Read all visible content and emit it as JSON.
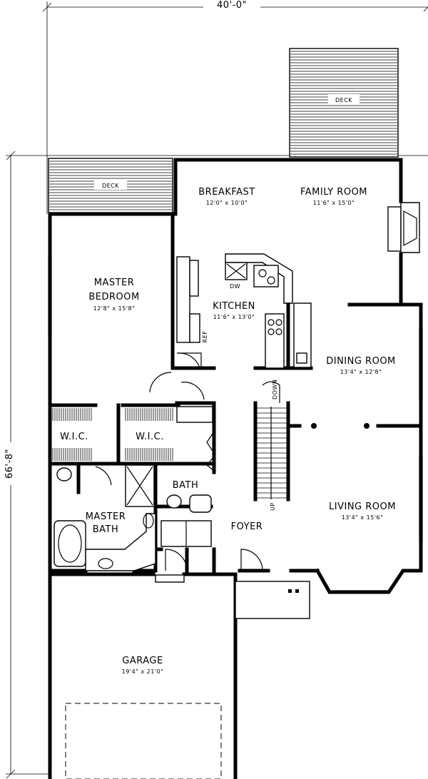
{
  "plan": {
    "overall_width": "40'-0\"",
    "overall_depth": "66'-8\"",
    "rooms": {
      "deck_rear": "DECK",
      "deck_side": "DECK",
      "breakfast": {
        "name": "BREAKFAST",
        "size": "12'0\" x 10'0\""
      },
      "family_room": {
        "name": "FAMILY ROOM",
        "size": "11'6\" x 15'0\""
      },
      "master_bedroom": {
        "name_line1": "MASTER",
        "name_line2": "BEDROOM",
        "size": "12'8\" x 15'8\""
      },
      "kitchen": {
        "name": "KITCHEN",
        "size": "11'6\" x 13'0\""
      },
      "dining_room": {
        "name": "DINING ROOM",
        "size": "13'4\" x 12'8\""
      },
      "wic_left": "W.I.C.",
      "wic_right": "W.I.C.",
      "bath": "BATH",
      "master_bath": {
        "name_line1": "MASTER",
        "name_line2": "BATH"
      },
      "foyer": "FOYER",
      "living_room": {
        "name": "LIVING ROOM",
        "size": "13'4\" x 15'6\""
      },
      "garage": {
        "name": "GARAGE",
        "size": "19'4\" x 21'0\""
      }
    },
    "fixture_labels": {
      "dishwasher": "DW",
      "refrigerator": "REF",
      "stair_up": "UP",
      "stair_down": "DOWN"
    }
  }
}
